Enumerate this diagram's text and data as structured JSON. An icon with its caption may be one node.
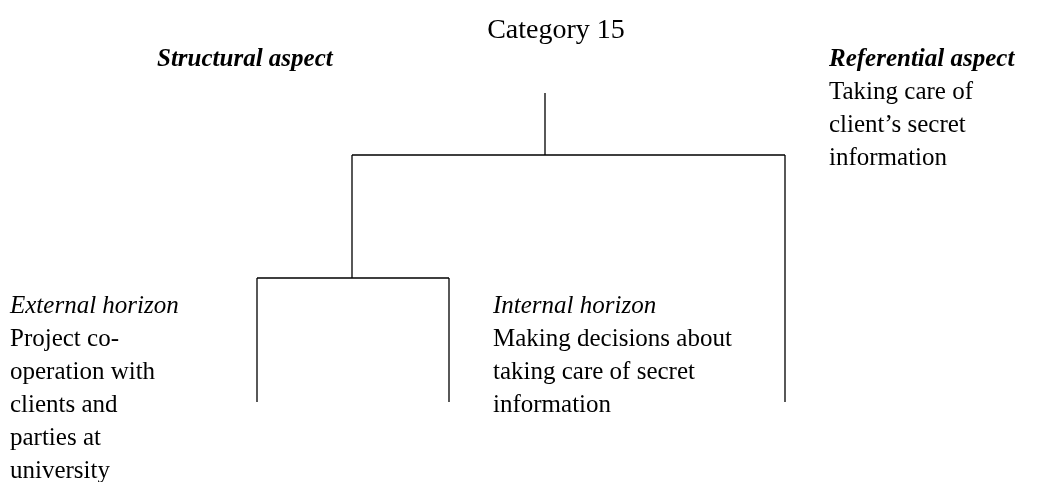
{
  "diagram": {
    "title": "Category 15",
    "labels": [
      "Structural aspect",
      "Referential aspect",
      "Taking care of client’s secret information",
      "External horizon",
      "Project co-operation with clients and parties at university",
      "Internal horizon",
      "Making decisions about taking care of secret information"
    ]
  }
}
